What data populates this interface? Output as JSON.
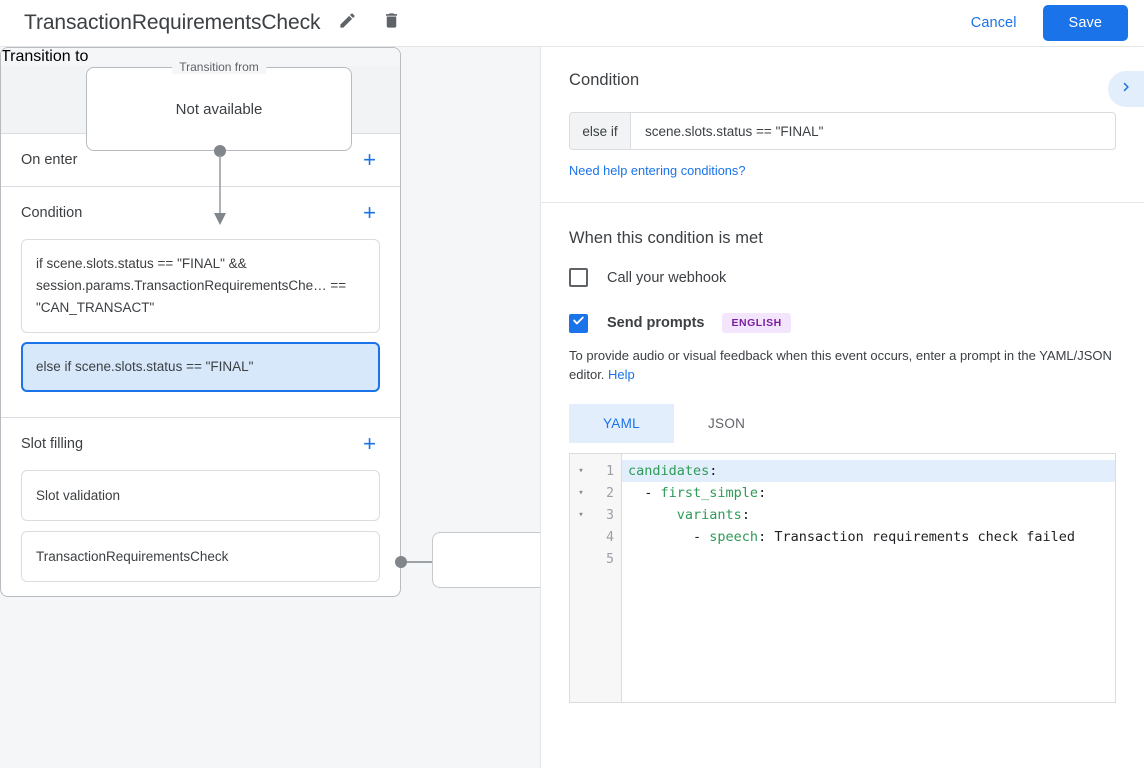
{
  "topbar": {
    "title": "TransactionRequirementsCheck",
    "edit_icon": "pencil-icon",
    "delete_icon": "trash-icon",
    "cancel_label": "Cancel",
    "save_label": "Save",
    "accent_color": "#1a73e8"
  },
  "graph": {
    "transition_from": {
      "legend": "Transition from",
      "value": "Not available"
    },
    "transition_to": {
      "legend": "Transition to",
      "scene_name": "TransactionRequirementsCheck",
      "scene_type": "Scene"
    },
    "sections": [
      {
        "title": "On enter",
        "add_label": "+"
      },
      {
        "title": "Condition",
        "add_label": "+"
      },
      {
        "title": "Slot filling",
        "add_label": "+"
      }
    ],
    "conditions": [
      {
        "text": "if scene.slots.status == \"FINAL\" && session.params.TransactionRequirementsChe… == \"CAN_TRANSACT\"",
        "selected": false
      },
      {
        "text": "else if scene.slots.status == \"FINAL\"",
        "selected": true
      }
    ],
    "slot_filling": [
      "Slot validation",
      "TransactionRequirementsCheck"
    ]
  },
  "panel": {
    "expand_icon": "chevron-right-icon",
    "condition": {
      "heading": "Condition",
      "prefix": "else if",
      "value": "scene.slots.status == \"FINAL\"",
      "help_link": "Need help entering conditions?"
    },
    "when_met": {
      "heading": "When this condition is met",
      "webhook": {
        "label": "Call your webhook",
        "checked": false
      },
      "send_prompts": {
        "label": "Send prompts",
        "checked": true,
        "language_badge": "ENGLISH",
        "badge_bg": "#f3e5fc",
        "badge_color": "#7b1fa2"
      },
      "hint_text": "To provide audio or visual feedback when this event occurs, enter a prompt in the YAML/JSON editor.",
      "hint_link": "Help"
    },
    "editor": {
      "tabs": [
        {
          "label": "YAML",
          "active": true
        },
        {
          "label": "JSON",
          "active": false
        }
      ],
      "lines": [
        {
          "num": "1",
          "fold": "▾",
          "highlight": true,
          "key": "candidates",
          "punct": ":",
          "indent": "",
          "dash": "",
          "value": ""
        },
        {
          "num": "2",
          "fold": "▾",
          "highlight": false,
          "key": "first_simple",
          "punct": ":",
          "indent": "  ",
          "dash": "- ",
          "value": ""
        },
        {
          "num": "3",
          "fold": "▾",
          "highlight": false,
          "key": "variants",
          "punct": ":",
          "indent": "      ",
          "dash": "",
          "value": ""
        },
        {
          "num": "4",
          "fold": "",
          "highlight": false,
          "key": "speech",
          "punct": ":",
          "indent": "        ",
          "dash": "- ",
          "value": " Transaction requirements check failed"
        },
        {
          "num": "5",
          "fold": "",
          "highlight": false,
          "key": "",
          "punct": "",
          "indent": "",
          "dash": "",
          "value": ""
        }
      ]
    }
  }
}
